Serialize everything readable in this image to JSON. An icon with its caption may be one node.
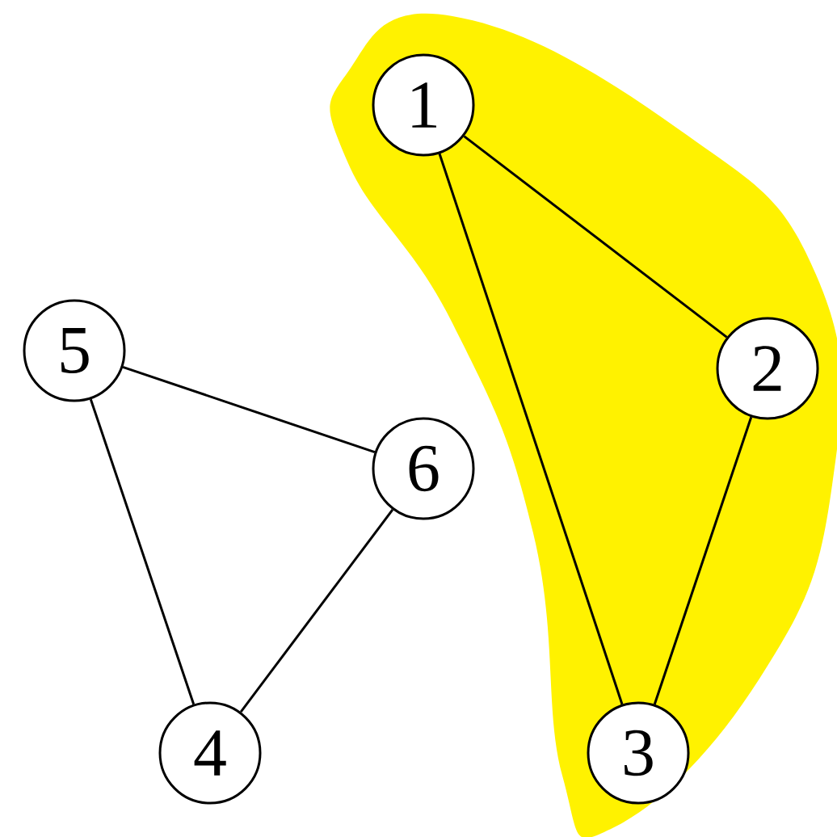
{
  "diagram": {
    "nodes": [
      {
        "text": [],
        "shape": "blob"
      },
      {
        "text": [
          "1"
        ],
        "in": 0
      },
      {
        "text": [
          "2"
        ],
        "in": 0
      },
      {
        "text": [
          "3"
        ],
        "in": 0
      },
      {
        "text": [
          "5"
        ]
      },
      {
        "text": [
          "6"
        ]
      },
      {
        "text": [
          "4"
        ]
      }
    ],
    "edges": [
      {
        "from": 1,
        "to": 2,
        "arrow": "none"
      },
      {
        "from": 1,
        "to": 3,
        "arrow": "none"
      },
      {
        "from": 2,
        "to": 3,
        "arrow": "none"
      },
      {
        "from": 4,
        "to": 5,
        "arrow": "none"
      },
      {
        "from": 4,
        "to": 6,
        "arrow": "none"
      },
      {
        "from": 5,
        "to": 6,
        "arrow": "none"
      }
    ]
  }
}
